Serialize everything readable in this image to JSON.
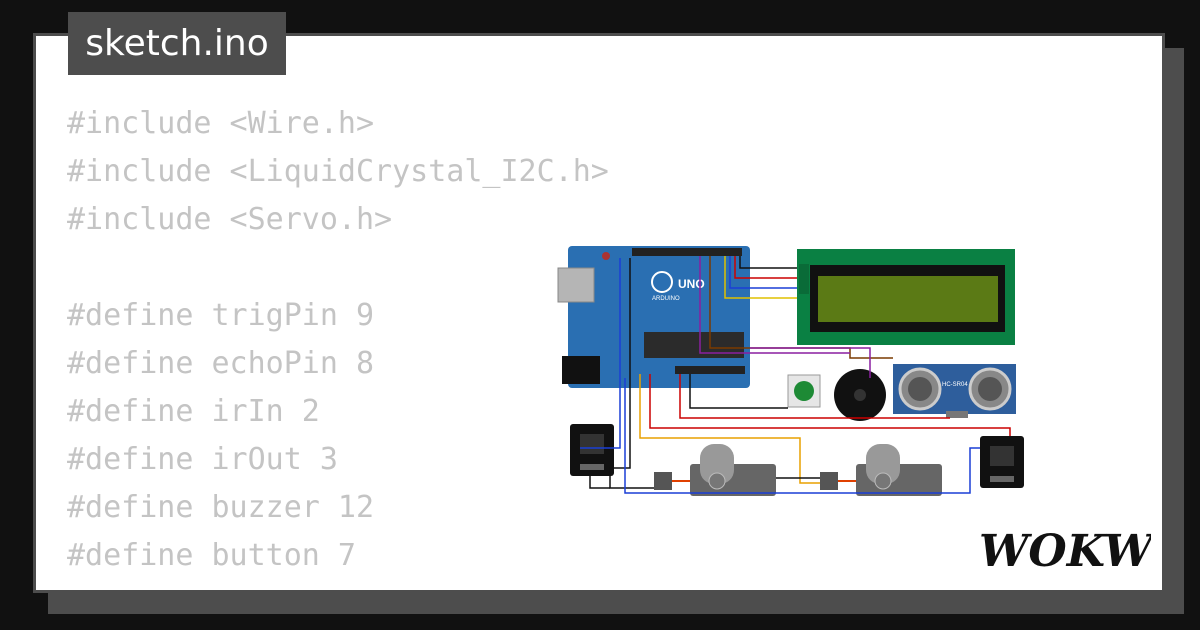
{
  "editor": {
    "file_tab": "sketch.ino",
    "code_lines": [
      "#include <Wire.h>",
      "#include <LiquidCrystal_I2C.h>",
      "#include <Servo.h>",
      "",
      "#define trigPin 9",
      "#define echoPin 8",
      "#define irIn 2",
      "#define irOut 3",
      "#define buzzer 12",
      "#define button 7"
    ]
  },
  "board": {
    "label": "UNO",
    "brand": "ARDUINO"
  },
  "sensor": {
    "label": "HC-SR04"
  },
  "brand": {
    "name": "WOKWI"
  },
  "colors": {
    "background": "#111111",
    "card": "#ffffff",
    "frame": "#4d4d4d",
    "code_text": "#c4c4c4",
    "arduino": "#2a6fb2",
    "lcd_board": "#0a8043",
    "lcd_screen": "#5b7a15",
    "sensor_board": "#2e5e9c",
    "button_green": "#1d8a35"
  }
}
